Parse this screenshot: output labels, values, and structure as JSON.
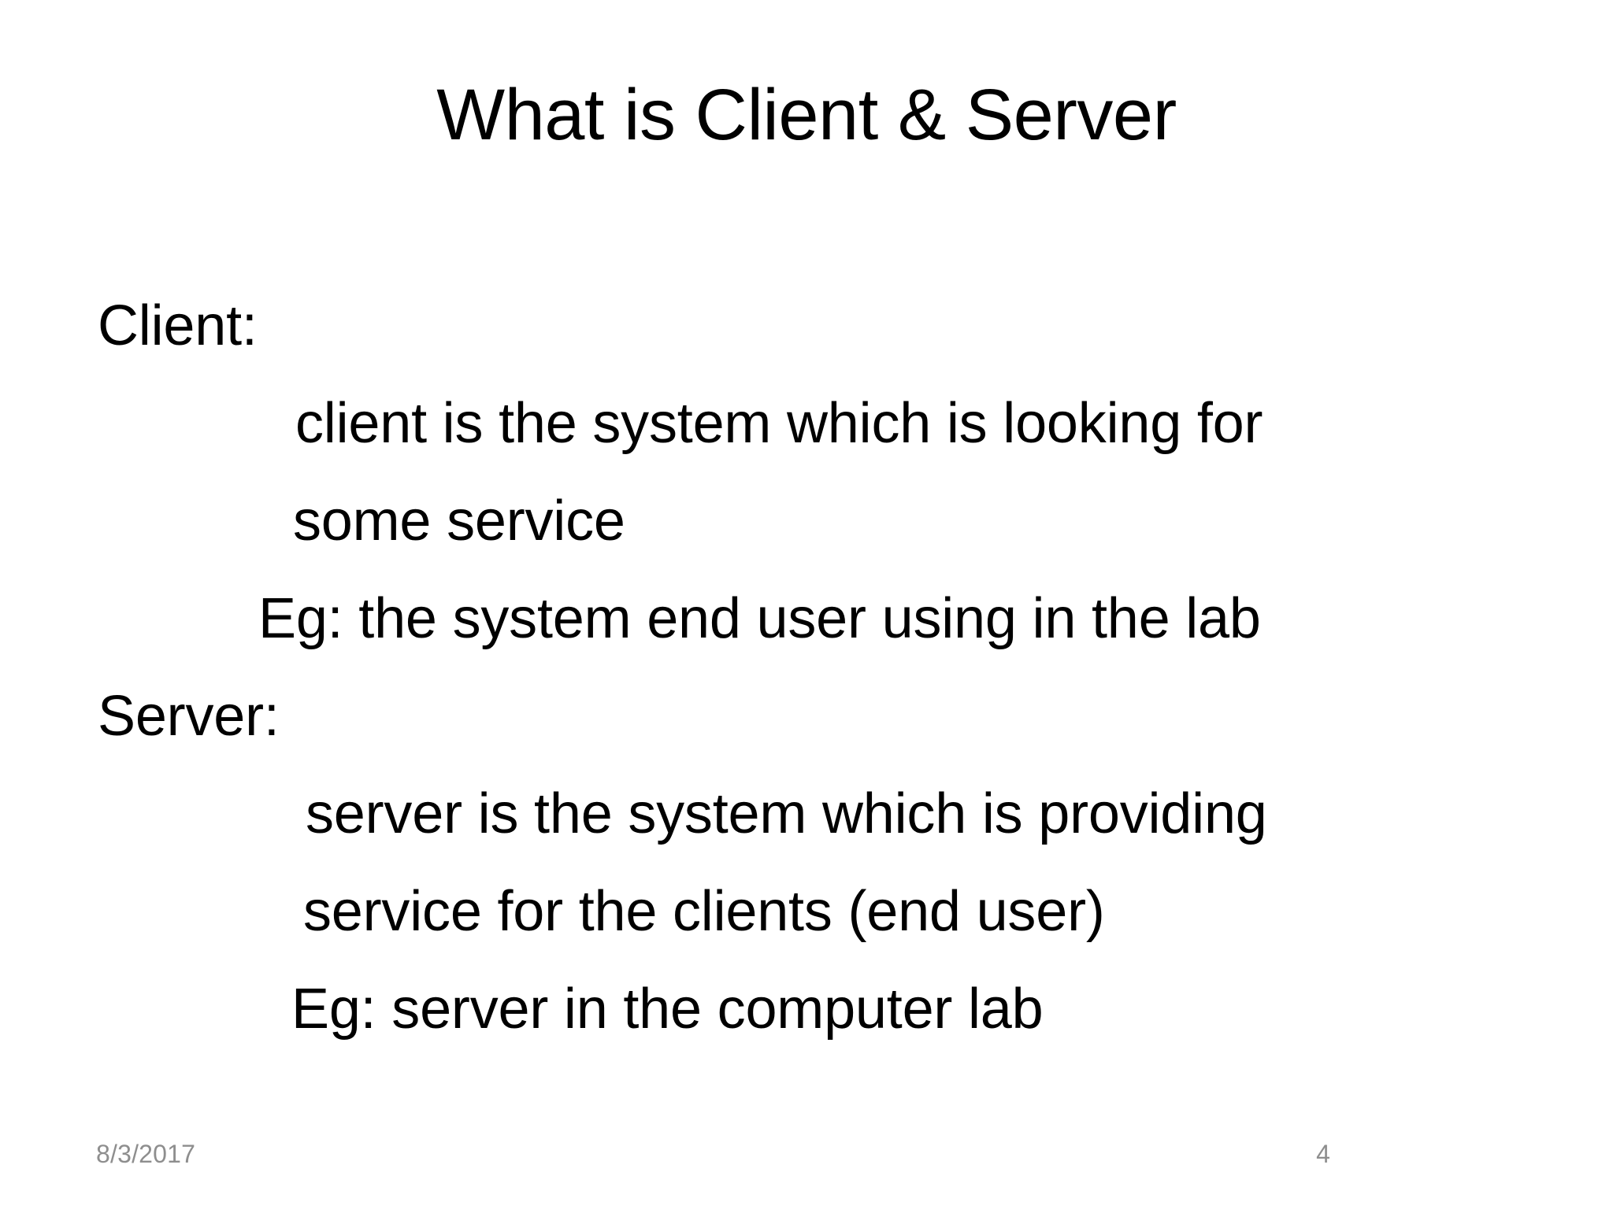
{
  "slide": {
    "title": "What is Client & Server",
    "background_color": "#FFFFFF",
    "text_color": "#000000",
    "footer_color": "#8E8E8E",
    "sections": [
      {
        "heading": "Client:",
        "lines": [
          "client is the system which is looking for",
          "some service",
          "Eg: the system end user using in the lab"
        ]
      },
      {
        "heading": "Server:",
        "lines": [
          "server is the system which is providing",
          "service for the clients (end user)",
          "Eg: server in the computer lab"
        ]
      }
    ],
    "footer": {
      "date": "8/3/2017",
      "page_number": "4"
    }
  }
}
